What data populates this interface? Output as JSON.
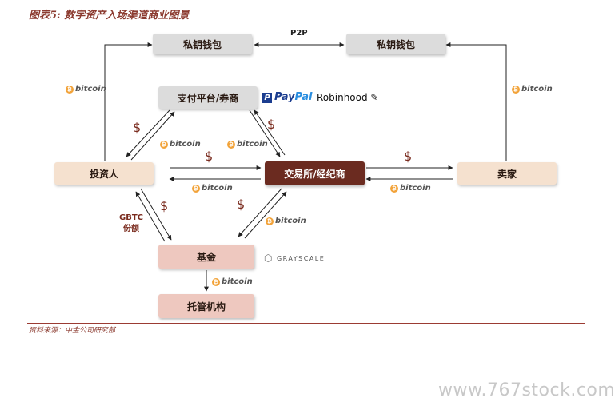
{
  "title": "图表5: 数字资产入场渠道商业图景",
  "nodes": {
    "wallet_left": "私钥钱包",
    "wallet_right": "私钥钱包",
    "payment": "支付平台/券商",
    "exchange": "交易所/经纪商",
    "investor": "投资人",
    "seller": "卖家",
    "fund": "基金",
    "custody": "托管机构"
  },
  "labels": {
    "p2p": "P2P",
    "gbtc": "GBTC",
    "gbtc2": "份额",
    "bitcoin": "bitcoin",
    "dollar": "$"
  },
  "logos": {
    "paypal_a": "Pay",
    "paypal_b": "Pal",
    "robinhood": "Robinhood",
    "grayscale": "GRAYSCALE"
  },
  "colors": {
    "accent": "#9b3b33",
    "dark_node": "#6b2b20",
    "bitcoin_orange": "#f2a33a"
  },
  "source": "资料来源：中金公司研究部",
  "watermark": "www.767stock.com"
}
